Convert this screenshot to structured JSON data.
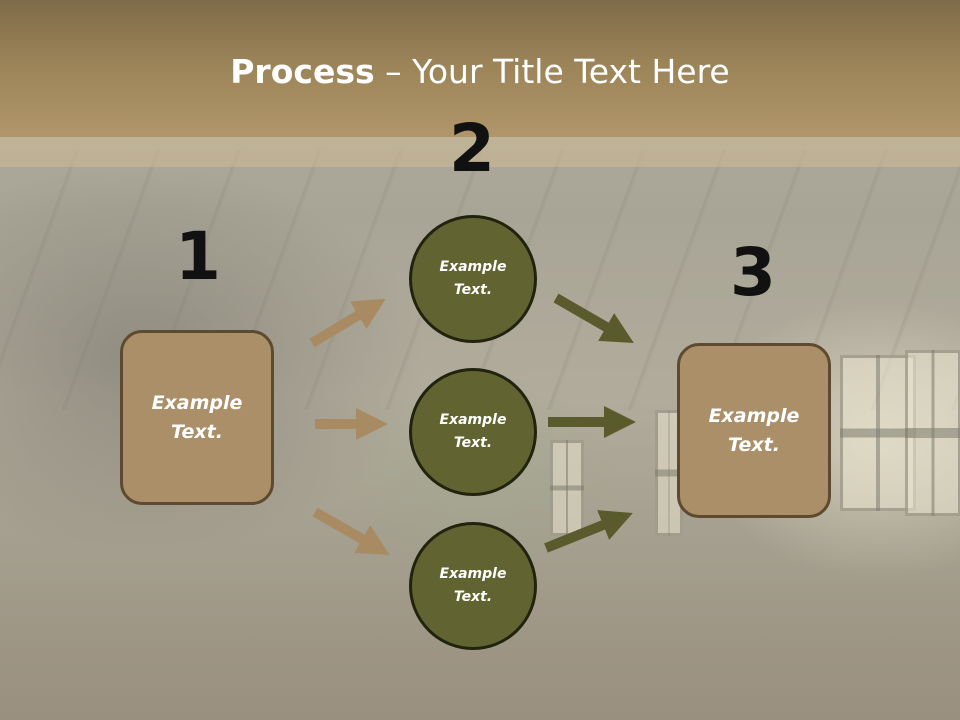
{
  "slide": {
    "title_strong": "Process",
    "title_rest": " – Your Title Text Here"
  },
  "steps": {
    "one": {
      "number": "1",
      "label": "Example\nText."
    },
    "two": {
      "number": "2",
      "nodes": [
        {
          "label": "Example\nText."
        },
        {
          "label": "Example\nText."
        },
        {
          "label": "Example\nText."
        }
      ]
    },
    "three": {
      "number": "3",
      "label": "Example\nText."
    }
  },
  "colors": {
    "box_fill": "#aa8f68",
    "circle_fill": "#616431",
    "arrow_tan": "#a88b62",
    "arrow_olive": "#5a5b2c",
    "header": "#9b8358"
  }
}
